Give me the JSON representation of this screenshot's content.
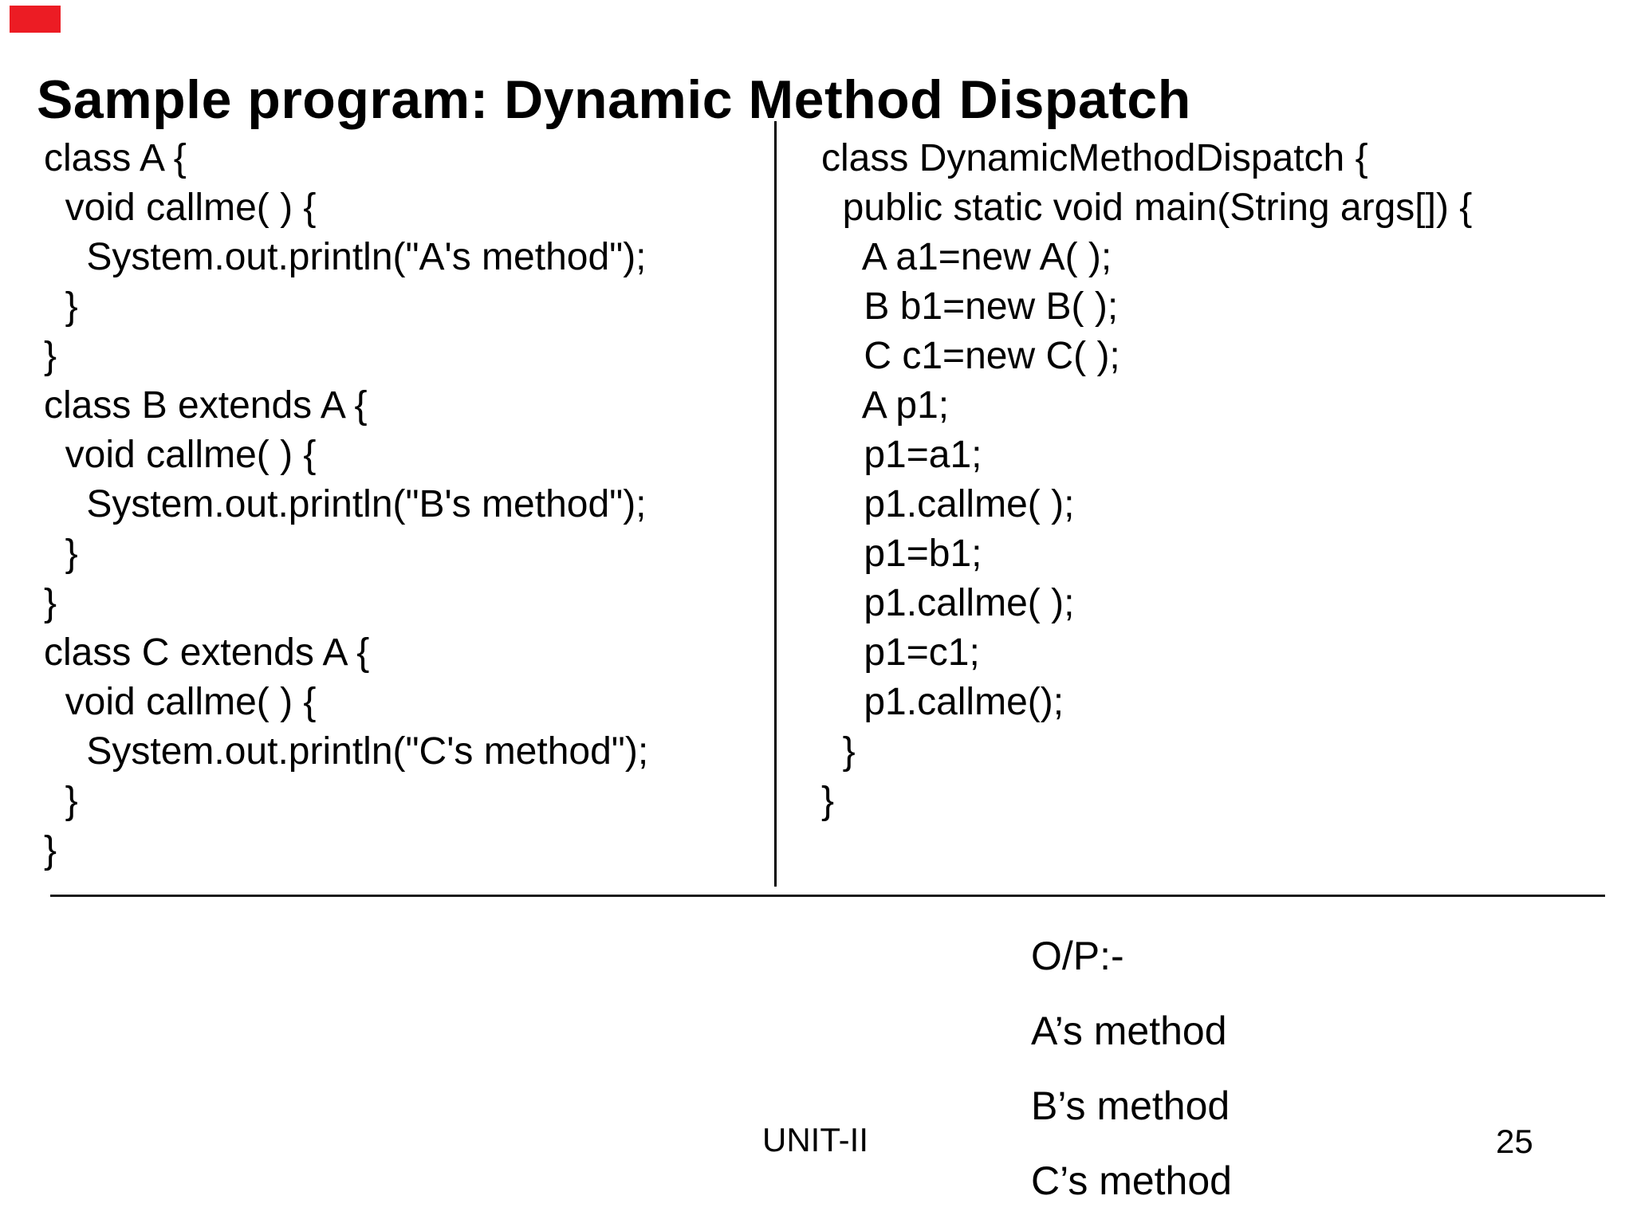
{
  "slide": {
    "title": "Sample program: Dynamic Method Dispatch",
    "accent_color": "#ec1c24",
    "left_code_lines": [
      "class A {",
      "  void callme( ) {",
      "    System.out.println(\"A's method\");",
      "  }",
      "}",
      "class B extends A {",
      "  void callme( ) {",
      "    System.out.println(\"B's method\");",
      "  }",
      "}",
      "class C extends A {",
      "  void callme( ) {",
      "    System.out.println(\"C's method\");",
      "  }",
      "}"
    ],
    "right_code_lines": [
      "class DynamicMethodDispatch {",
      "  public static void main(String args[]) {",
      "    A a1=new A( );",
      "    B b1=new B( );",
      "    C c1=new C( );",
      "    A p1;",
      "    p1=a1;",
      "    p1.callme( );",
      "    p1=b1;",
      "    p1.callme( );",
      "    p1=c1;",
      "    p1.callme();",
      "  }",
      "}"
    ],
    "output": {
      "label": "O/P:-",
      "lines": [
        "A’s method",
        "B’s method",
        "C’s method"
      ]
    },
    "footer": {
      "unit": "UNIT-II",
      "page": "25"
    }
  }
}
